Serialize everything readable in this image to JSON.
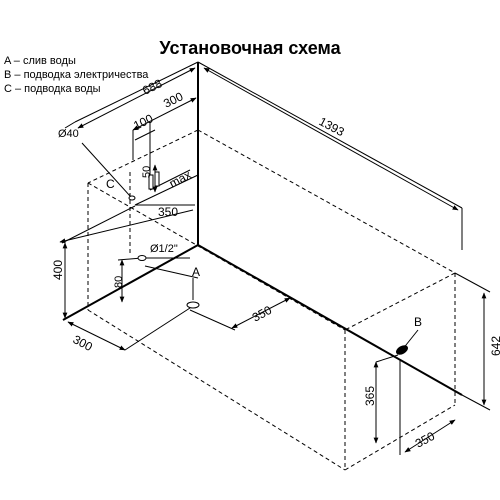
{
  "title": "Установочная схема",
  "legend": [
    "A – слив воды",
    "B – подводка электричества",
    "C – подводка воды"
  ],
  "dimensions": {
    "d688": "688",
    "d300_top": "300",
    "d100": "100",
    "d1393": "1393",
    "d40": "Ø40",
    "d50": "50",
    "max": "max",
    "d350_left": "350",
    "d_half_inch": "Ø1/2\"",
    "d400": "400",
    "d80": "80",
    "d350_floor": "350",
    "d300_bottom": "300",
    "d365": "365",
    "d642": "642",
    "d350_right": "350"
  },
  "points": {
    "A": "A",
    "B": "B",
    "C": "C"
  }
}
